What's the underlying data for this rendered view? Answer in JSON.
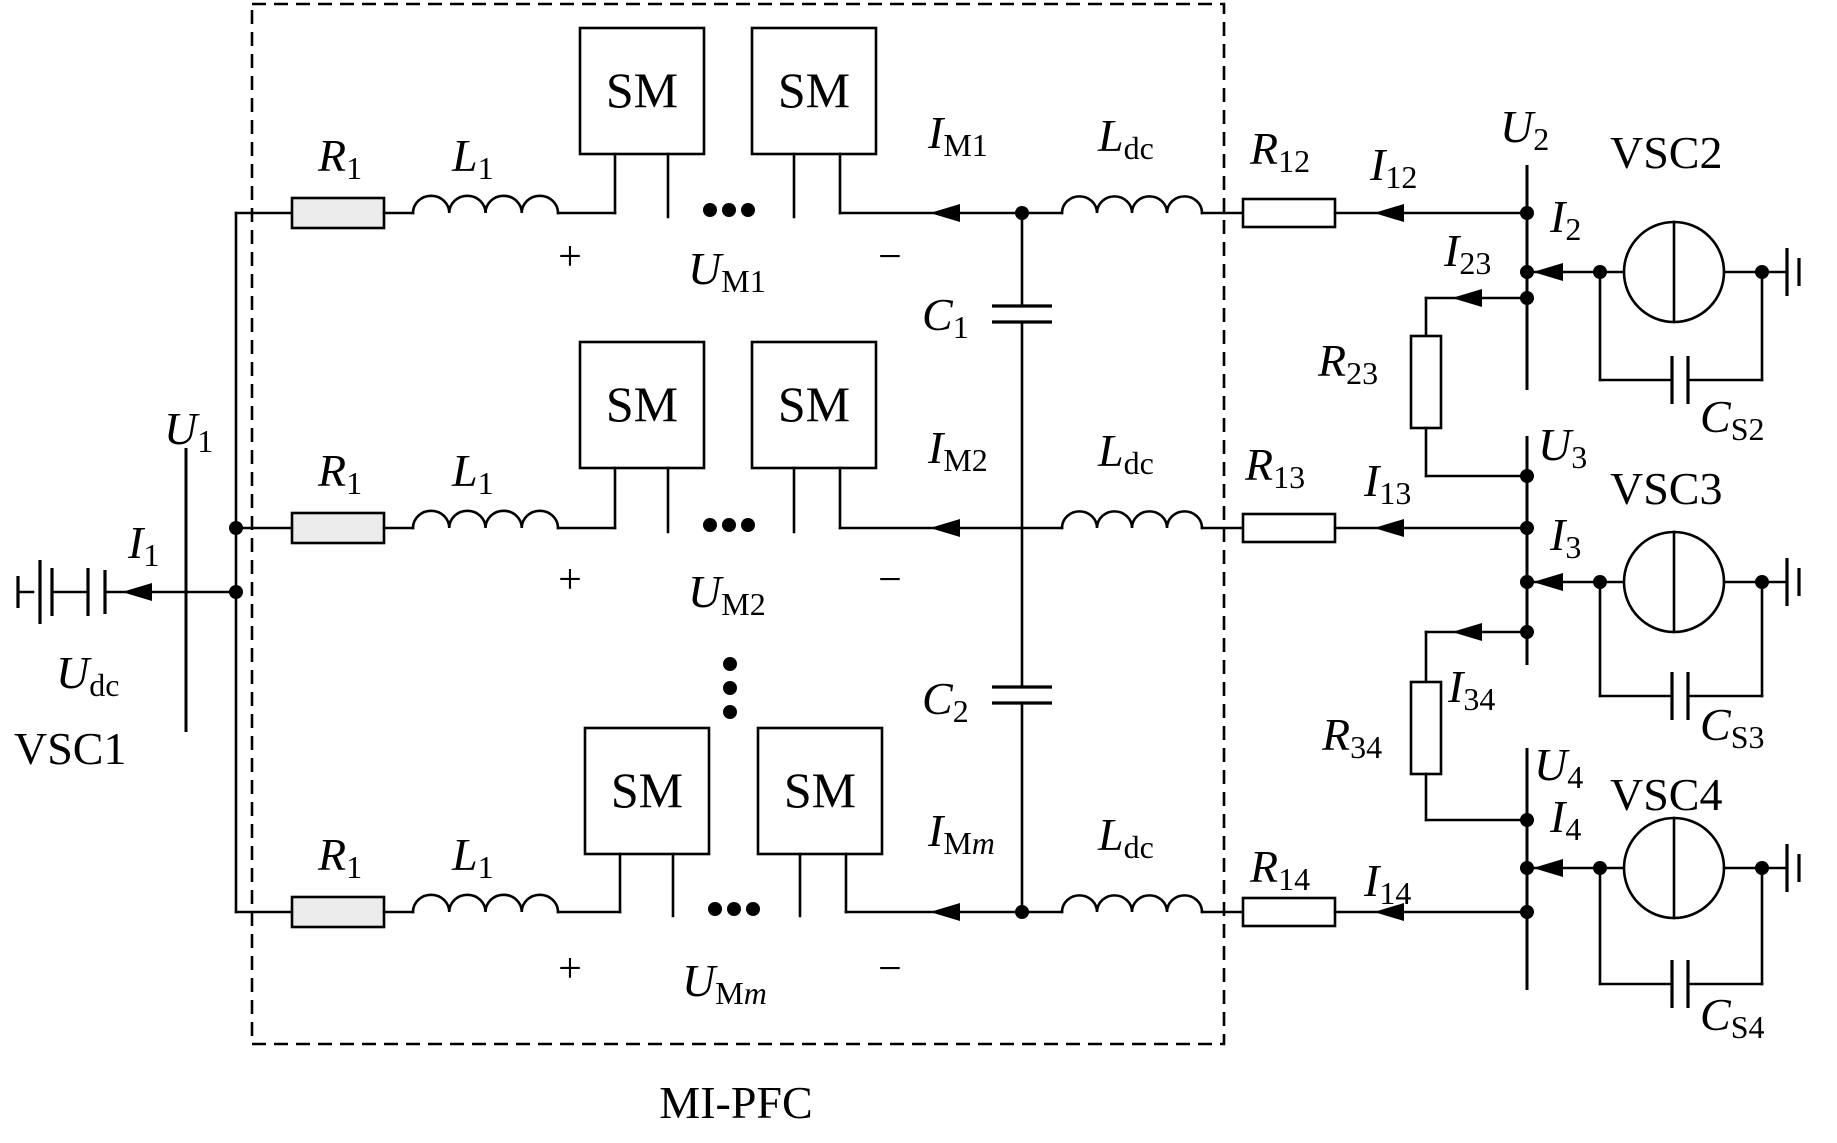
{
  "labels": {
    "sm": "SM",
    "plus": "+",
    "minus": "−",
    "vsc1": "VSC1",
    "vsc2": "VSC2",
    "vsc3": "VSC3",
    "vsc4": "VSC4",
    "mipfc": "MI-PFC",
    "R1": {
      "main": "R",
      "sub": "1"
    },
    "L1": {
      "main": "L",
      "sub": "1"
    },
    "Ldc": {
      "main": "L",
      "sub": "dc"
    },
    "UM1": {
      "main": "U",
      "sub": "M1"
    },
    "UM2": {
      "main": "U",
      "sub": "M2"
    },
    "UMm": {
      "main": "U",
      "sub": "M",
      "subItalic": "m"
    },
    "IM1": {
      "main": "I",
      "sub": "M1"
    },
    "IM2": {
      "main": "I",
      "sub": "M2"
    },
    "IMm": {
      "main": "I",
      "sub": "M",
      "subItalic": "m"
    },
    "C1": {
      "main": "C",
      "sub": "1"
    },
    "C2": {
      "main": "C",
      "sub": "2"
    },
    "U1": {
      "main": "U",
      "sub": "1"
    },
    "I1": {
      "main": "I",
      "sub": "1"
    },
    "Udc": {
      "main": "U",
      "sub": "dc"
    },
    "R12": {
      "main": "R",
      "sub": "12"
    },
    "R13": {
      "main": "R",
      "sub": "13"
    },
    "R14": {
      "main": "R",
      "sub": "14"
    },
    "R23": {
      "main": "R",
      "sub": "23"
    },
    "R34": {
      "main": "R",
      "sub": "34"
    },
    "I12": {
      "main": "I",
      "sub": "12"
    },
    "I13": {
      "main": "I",
      "sub": "13"
    },
    "I14": {
      "main": "I",
      "sub": "14"
    },
    "I23": {
      "main": "I",
      "sub": "23"
    },
    "I34": {
      "main": "I",
      "sub": "34"
    },
    "U2": {
      "main": "U",
      "sub": "2"
    },
    "U3": {
      "main": "U",
      "sub": "3"
    },
    "U4": {
      "main": "U",
      "sub": "4"
    },
    "I2": {
      "main": "I",
      "sub": "2"
    },
    "I3": {
      "main": "I",
      "sub": "3"
    },
    "I4": {
      "main": "I",
      "sub": "4"
    },
    "CS2": {
      "main": "C",
      "sub": "S2"
    },
    "CS3": {
      "main": "C",
      "sub": "S3"
    },
    "CS4": {
      "main": "C",
      "sub": "S4"
    }
  }
}
